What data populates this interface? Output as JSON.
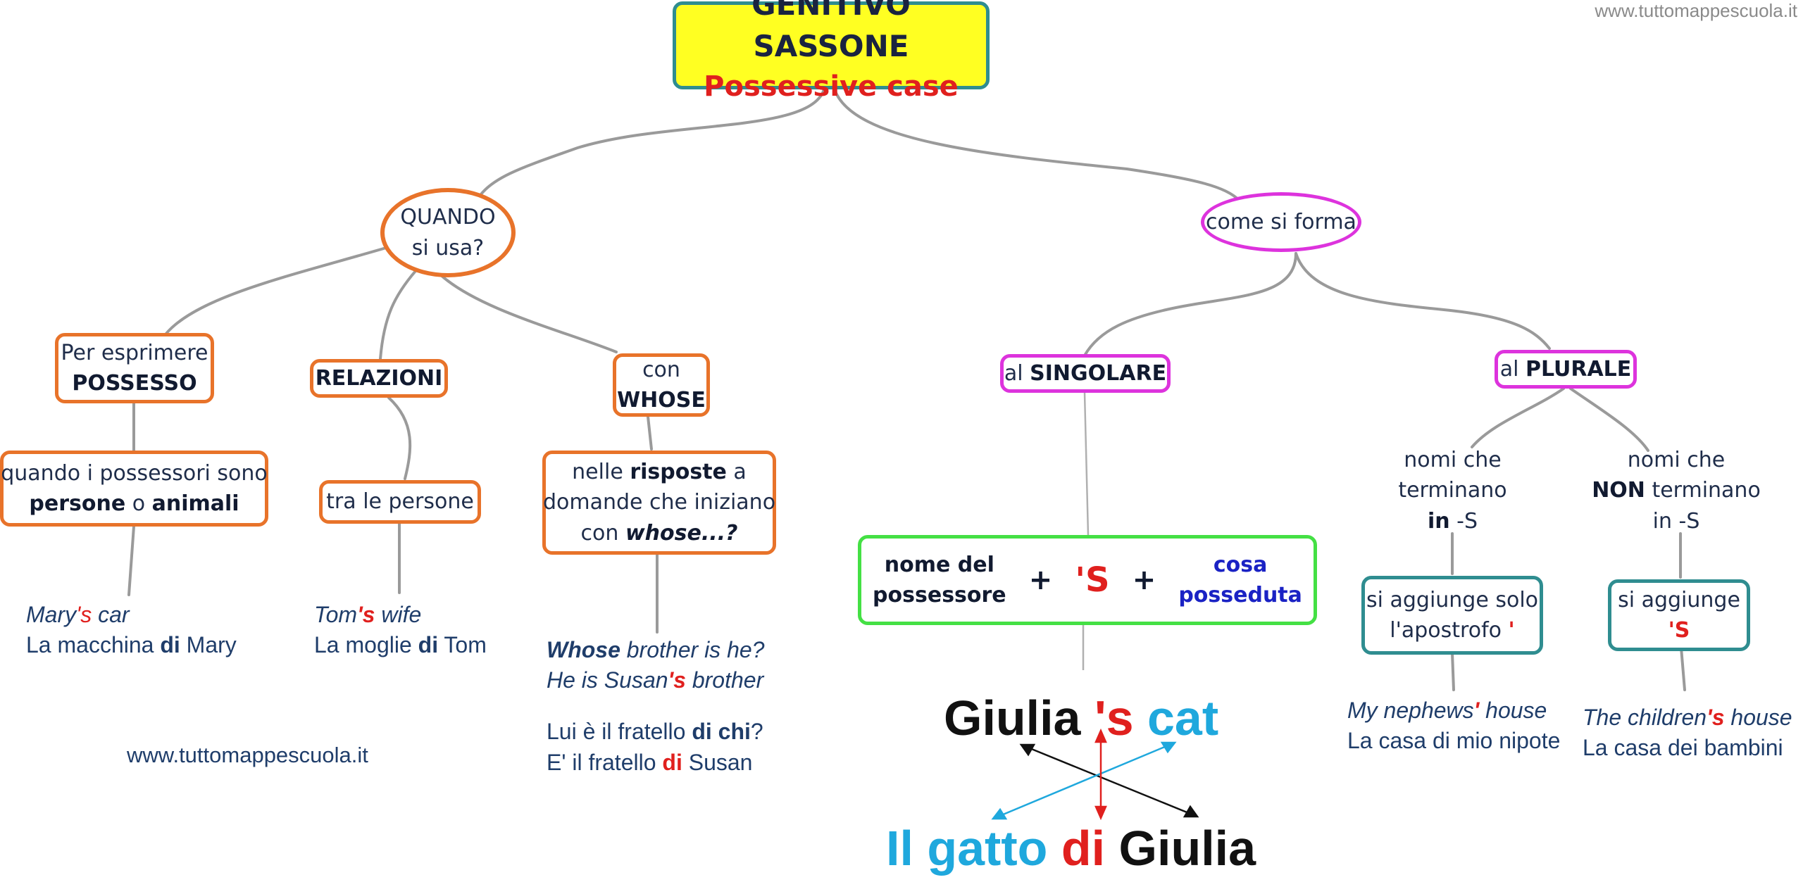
{
  "watermark": "www.tuttomappescuola.it",
  "footer_site": "www.tuttomappescuola.it",
  "title": {
    "line1": "GENITIVO SASSONE",
    "line2": "Possessive case"
  },
  "quando": {
    "line1": "QUANDO",
    "line2": "si usa?"
  },
  "come": {
    "label": "come si forma"
  },
  "possesso": {
    "line1": "Per esprimere",
    "line2": "POSSESSO"
  },
  "possesso_detail": {
    "part1": "quando i possessori sono",
    "bold1": "persone",
    "mid": " o ",
    "bold2": "animali"
  },
  "possesso_ex": {
    "name": "Mary",
    "s": "'s",
    "noun": " car",
    "it_pre": "La macchina ",
    "it_di": "di",
    "it_post": " Mary"
  },
  "relazioni": {
    "label": "RELAZIONI"
  },
  "relazioni_detail": {
    "label": "tra le persone"
  },
  "relazioni_ex": {
    "name": "Tom",
    "s": "'s",
    "noun": " wife",
    "it_pre": "La moglie ",
    "it_di": "di",
    "it_post": " Tom"
  },
  "whose": {
    "line1": "con",
    "line2": "WHOSE"
  },
  "whose_detail": {
    "pre": "nelle ",
    "bold": "risposte",
    "post": " a",
    "line2": "domande che iniziano",
    "line3_pre": "con ",
    "line3_bold": "whose...?"
  },
  "whose_ex": {
    "q_bold": "Whose",
    "q_rest": " brother is he?",
    "a_pre": "He is Susan",
    "a_s": "'s",
    "a_post": " brother",
    "it1_pre": "Lui è il fratello ",
    "it1_bold": "di chi",
    "it1_post": "?",
    "it2_pre": "E' il fratello ",
    "it2_di": "di",
    "it2_post": " Susan"
  },
  "singolare": {
    "pre": "al ",
    "bold": "SINGOLARE"
  },
  "plurale": {
    "pre": "al ",
    "bold": "PLURALE"
  },
  "formula": {
    "nome1": "nome del",
    "nome2": "possessore",
    "plus": "+",
    "s": "'S",
    "cosa1": "cosa",
    "cosa2": "posseduta"
  },
  "giulia": {
    "w1": "Giulia",
    "w2": "'s",
    "w3": "cat",
    "b1": "Il gatto",
    "b2": "di",
    "b3": "Giulia"
  },
  "plural_s": {
    "line1": "nomi che",
    "line2": "terminano",
    "line3_bold": "in",
    "line3": " -S"
  },
  "plural_nos": {
    "line1": "nomi che",
    "line2_bold": "NON",
    "line2": " terminano",
    "line3": "in -S"
  },
  "apostrofo": {
    "line1": "si aggiunge solo",
    "line2_pre": "l'apostrofo ",
    "line2_red": "'"
  },
  "aggiunge": {
    "line1": "si aggiunge",
    "line2_red": "'S"
  },
  "plural_s_ex": {
    "name": "My nephews",
    "s": "'",
    "noun": " house",
    "it": "La casa di mio nipote"
  },
  "plural_nos_ex": {
    "name": "The children",
    "s": "'s",
    "noun": " house",
    "it": "La casa dei bambini"
  },
  "colors": {
    "orange": "#e8732a",
    "magenta": "#dd33dd",
    "teal": "#2f8d90",
    "green": "#44e044",
    "red": "#e0201e",
    "cyan": "#1fa8dd"
  }
}
